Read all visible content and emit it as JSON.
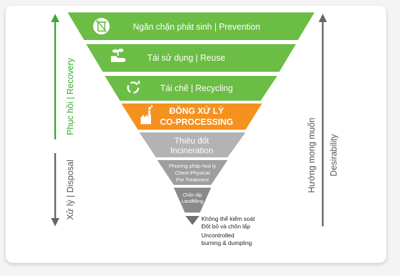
{
  "colors": {
    "green": "#6cbd45",
    "orange": "#f5911e",
    "grey_light": "#b3b3b3",
    "grey_mid": "#9e9e9e",
    "grey_dark": "#8a8a8a",
    "arrow_green": "#3aa935",
    "arrow_grey": "#666666",
    "text_grey": "#555555",
    "note_text": "#222222"
  },
  "icons": {
    "prevention": "no-trash-icon",
    "reuse": "hand-sprout-icon",
    "recycling": "recycle-icon",
    "co_processing": "factory-icon"
  },
  "levels": [
    {
      "line1": "Ngăn chặn phát sinh | Prevention",
      "line2": ""
    },
    {
      "line1": "Tái sử dụng | Reuse",
      "line2": ""
    },
    {
      "line1": "Tái chế | Recycling",
      "line2": ""
    },
    {
      "line1": "ĐỒNG XỬ LÝ",
      "line2": "CO-PROCESSING"
    },
    {
      "line1": "Thiêu đốt",
      "line2": "Incineration"
    },
    {
      "line1": "Phương pháp hoá lý",
      "line2": "Chem-Physical",
      "line3": "Pre Treatment"
    },
    {
      "line1": "Chôn lấp",
      "line2": "Landfilling"
    }
  ],
  "bottom_note": {
    "line1": "Không thể kiểm soát",
    "line2": "Đốt bỏ và chôn lấp",
    "line3": "Uncontrolled",
    "line4": "burning & dumpling"
  },
  "left_labels": {
    "recovery": "Phục hồi | Recovery",
    "disposal": "Xử lý | Disposal"
  },
  "right_labels": {
    "vietnamese": "Hướng mong muốn",
    "english": "Desirability"
  }
}
